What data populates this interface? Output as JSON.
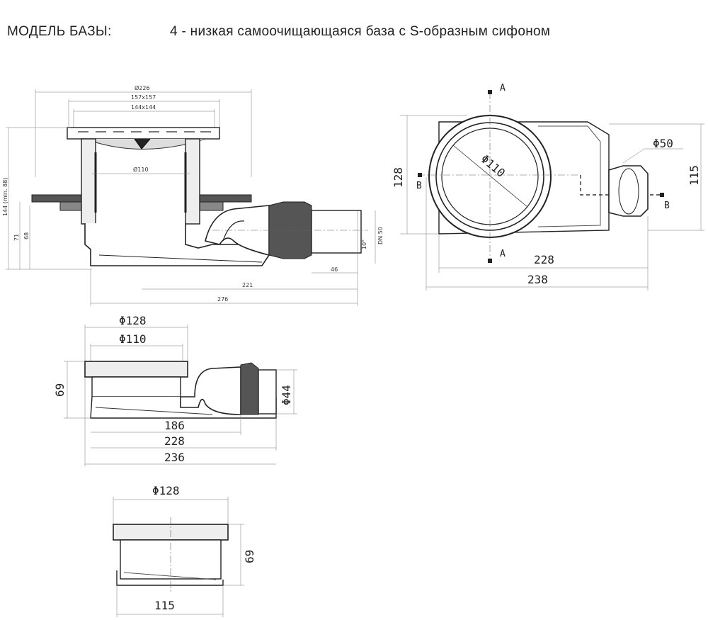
{
  "header": {
    "label": "МОДЕЛЬ БАЗЫ:",
    "title": "4 - низкая самоочищающаяся база с S-образным сифоном"
  },
  "views": {
    "section": {
      "d226": "Ø226",
      "s157": "157x157",
      "s144": "144x144",
      "d110": "Ø110",
      "h144": "144 (min. 88)",
      "h71": "71",
      "h68": "68",
      "l221": "221",
      "l276": "276",
      "l46": "46",
      "angle": "10°",
      "dn": "DN 50"
    },
    "top": {
      "d110": "Φ110",
      "d50": "Φ50",
      "h128": "128",
      "h115": "115",
      "l228": "228",
      "l238": "238",
      "markA": "A",
      "markB": "B"
    },
    "side": {
      "d128": "Φ128",
      "d110": "Φ110",
      "d44": "Φ44",
      "h69": "69",
      "l186": "186",
      "l228": "228",
      "l236": "236"
    },
    "front": {
      "d128": "Φ128",
      "h69": "69",
      "l115": "115"
    }
  }
}
